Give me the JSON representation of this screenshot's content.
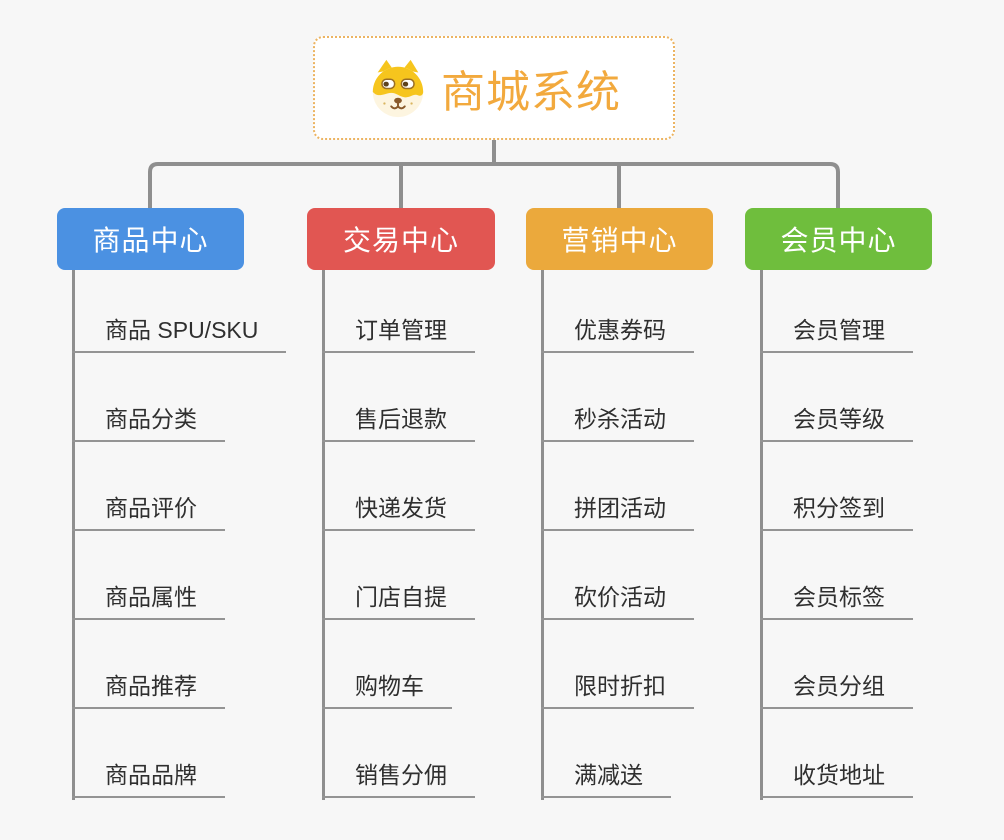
{
  "root": {
    "title": "商城系统",
    "icon": "dog-face-icon"
  },
  "branches": [
    {
      "label": "商品中心",
      "color": "#4b91e2",
      "children": [
        "商品 SPU/SKU",
        "商品分类",
        "商品评价",
        "商品属性",
        "商品推荐",
        "商品品牌"
      ]
    },
    {
      "label": "交易中心",
      "color": "#e15652",
      "children": [
        "订单管理",
        "售后退款",
        "快递发货",
        "门店自提",
        "购物车",
        "销售分佣"
      ]
    },
    {
      "label": "营销中心",
      "color": "#eba93c",
      "children": [
        "优惠券码",
        "秒杀活动",
        "拼团活动",
        "砍价活动",
        "限时折扣",
        "满减送"
      ]
    },
    {
      "label": "会员中心",
      "color": "#6fbe3d",
      "children": [
        "会员管理",
        "会员等级",
        "积分签到",
        "会员标签",
        "会员分组",
        "收货地址"
      ]
    }
  ],
  "colors": {
    "background": "#f7f7f7",
    "connector": "#8f8f8f",
    "leaf_text": "#2f2f2f",
    "root_accent": "#f2a93d",
    "root_border": "#ecb462"
  }
}
